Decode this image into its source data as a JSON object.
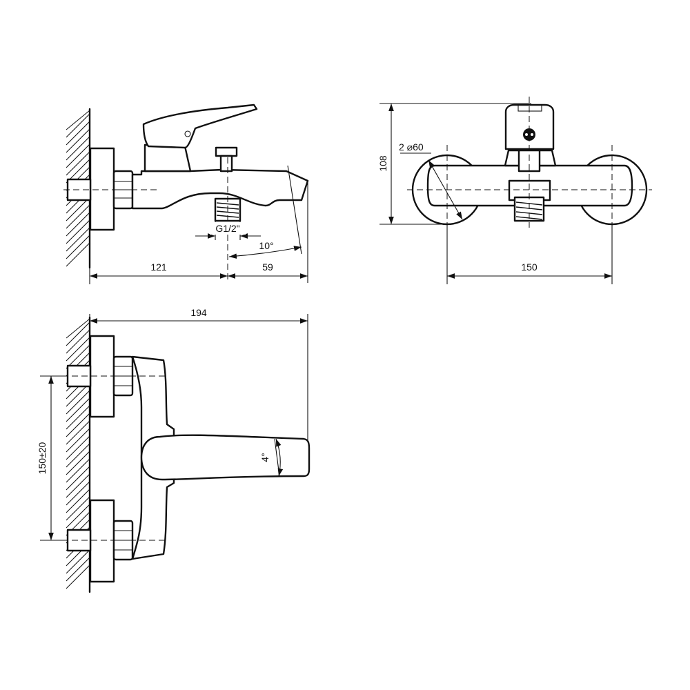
{
  "side_view": {
    "dim_wall_to_outlet": "121",
    "dim_outlet_to_spout": "59",
    "thread_label": "G1/2\"",
    "spout_angle": "10°"
  },
  "front_view": {
    "dim_height": "108",
    "flange_label": "2 ⌀60",
    "dim_centers": "150"
  },
  "top_view": {
    "dim_overall": "194",
    "dim_inlet_spacing": "150±20",
    "lever_angle": "4°"
  }
}
